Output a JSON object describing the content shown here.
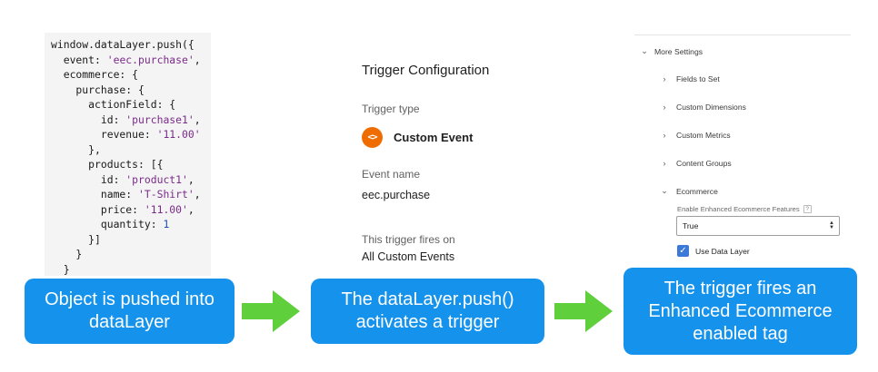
{
  "code": {
    "lines": [
      {
        "segments": [
          {
            "t": "window.dataLayer.push({",
            "k": "plain"
          }
        ]
      },
      {
        "segments": [
          {
            "t": "  event: ",
            "k": "plain"
          },
          {
            "t": "'eec.purchase'",
            "k": "str"
          },
          {
            "t": ",",
            "k": "plain"
          }
        ]
      },
      {
        "segments": [
          {
            "t": "  ecommerce: {",
            "k": "plain"
          }
        ]
      },
      {
        "segments": [
          {
            "t": "    purchase: {",
            "k": "plain"
          }
        ]
      },
      {
        "segments": [
          {
            "t": "      actionField: {",
            "k": "plain"
          }
        ]
      },
      {
        "segments": [
          {
            "t": "        id: ",
            "k": "plain"
          },
          {
            "t": "'purchase1'",
            "k": "str"
          },
          {
            "t": ",",
            "k": "plain"
          }
        ]
      },
      {
        "segments": [
          {
            "t": "        revenue: ",
            "k": "plain"
          },
          {
            "t": "'11.00'",
            "k": "str"
          }
        ]
      },
      {
        "segments": [
          {
            "t": "      },",
            "k": "plain"
          }
        ]
      },
      {
        "segments": [
          {
            "t": "      products: [{",
            "k": "plain"
          }
        ]
      },
      {
        "segments": [
          {
            "t": "        id: ",
            "k": "plain"
          },
          {
            "t": "'product1'",
            "k": "str"
          },
          {
            "t": ",",
            "k": "plain"
          }
        ]
      },
      {
        "segments": [
          {
            "t": "        name: ",
            "k": "plain"
          },
          {
            "t": "'T-Shirt'",
            "k": "str"
          },
          {
            "t": ",",
            "k": "plain"
          }
        ]
      },
      {
        "segments": [
          {
            "t": "        price: ",
            "k": "plain"
          },
          {
            "t": "'11.00'",
            "k": "str"
          },
          {
            "t": ",",
            "k": "plain"
          }
        ]
      },
      {
        "segments": [
          {
            "t": "        quantity: ",
            "k": "plain"
          },
          {
            "t": "1",
            "k": "num"
          }
        ]
      },
      {
        "segments": [
          {
            "t": "      }]",
            "k": "plain"
          }
        ]
      },
      {
        "segments": [
          {
            "t": "    }",
            "k": "plain"
          }
        ]
      },
      {
        "segments": [
          {
            "t": "  }",
            "k": "plain"
          }
        ]
      },
      {
        "segments": [
          {
            "t": "});",
            "k": "plain"
          }
        ]
      }
    ]
  },
  "trigger": {
    "title": "Trigger Configuration",
    "type_label": "Trigger type",
    "type_icon_glyph": "<>",
    "type_name": "Custom Event",
    "event_label": "Event name",
    "event_value": "eec.purchase",
    "fires_label": "This trigger fires on",
    "fires_value": "All Custom Events",
    "icon_color": "#ef6c00"
  },
  "settings": {
    "header": "More Settings",
    "items": [
      {
        "label": "Fields to Set"
      },
      {
        "label": "Custom Dimensions"
      },
      {
        "label": "Custom Metrics"
      },
      {
        "label": "Content Groups"
      },
      {
        "label": "Ecommerce"
      }
    ],
    "enable_label": "Enable Enhanced Ecommerce Features",
    "help_glyph": "?",
    "select_value": "True",
    "use_data_layer_label": "Use Data Layer",
    "checkbox_color": "#3b78d8"
  },
  "flow": {
    "boxes": [
      {
        "text": "Object is pushed into dataLayer"
      },
      {
        "text": "The dataLayer.push() activates a trigger"
      },
      {
        "text": "The trigger fires an Enhanced Ecommerce enabled tag"
      }
    ],
    "box_color": "#1592ec",
    "arrow_color": "#5fcf3c"
  }
}
